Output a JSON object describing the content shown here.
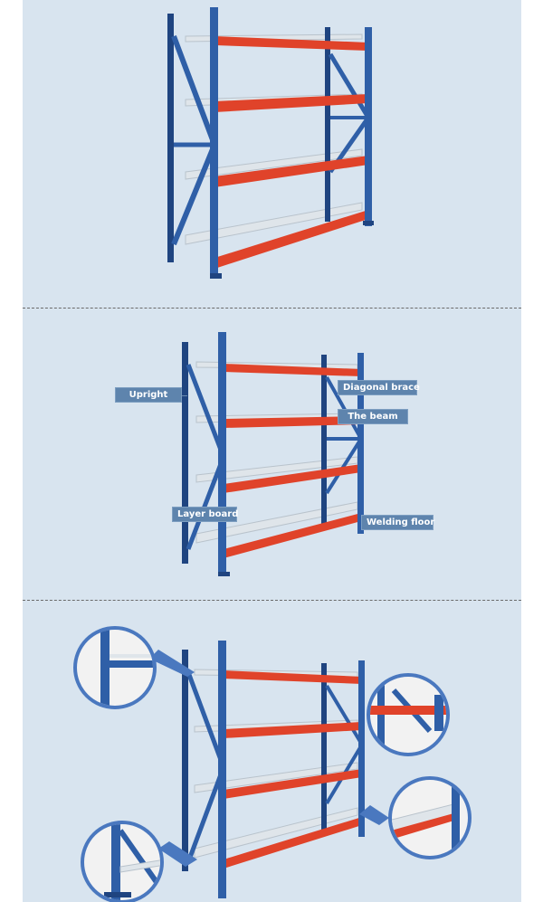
{
  "colors": {
    "upright": "#2f5fa7",
    "upright_dark": "#1f4480",
    "beam": "#e0432a",
    "beam_dark": "#b8301c",
    "deck": "#dfe5ea",
    "panel_bg": "#d8e4ef",
    "callout_bg": "#5e84ad",
    "zoom_ring": "#4a78bf"
  },
  "labels": {
    "upright": "Upright",
    "diagonal_brace": "Diagonal brace",
    "the_beam": "The beam",
    "layer_board": "Layer board",
    "welding_floor": "Welding floor"
  }
}
